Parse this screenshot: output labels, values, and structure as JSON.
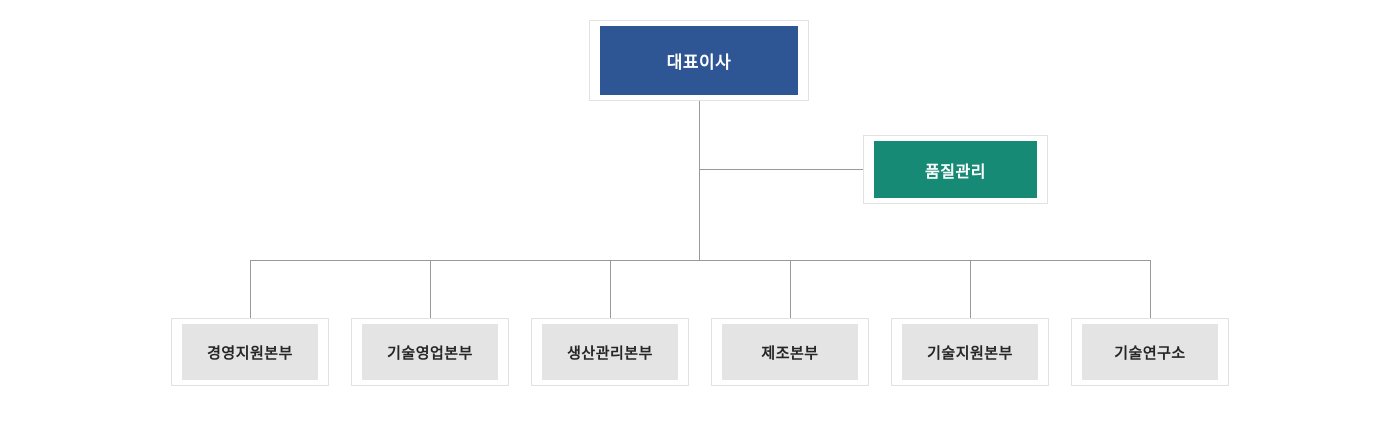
{
  "org_chart": {
    "root": {
      "label": "대표이사"
    },
    "staff": {
      "label": "품질관리"
    },
    "children": [
      {
        "label": "경영지원본부"
      },
      {
        "label": "기술영업본부"
      },
      {
        "label": "생산관리본부"
      },
      {
        "label": "제조본부"
      },
      {
        "label": "기술지원본부"
      },
      {
        "label": "기술연구소"
      }
    ],
    "colors": {
      "root_box": "#2e5694",
      "staff_box": "#178a76",
      "division_box": "#e4e4e4",
      "connector_line": "#999999",
      "card_border": "#e2e2e2",
      "root_text": "#ffffff",
      "division_text": "#262626"
    }
  }
}
